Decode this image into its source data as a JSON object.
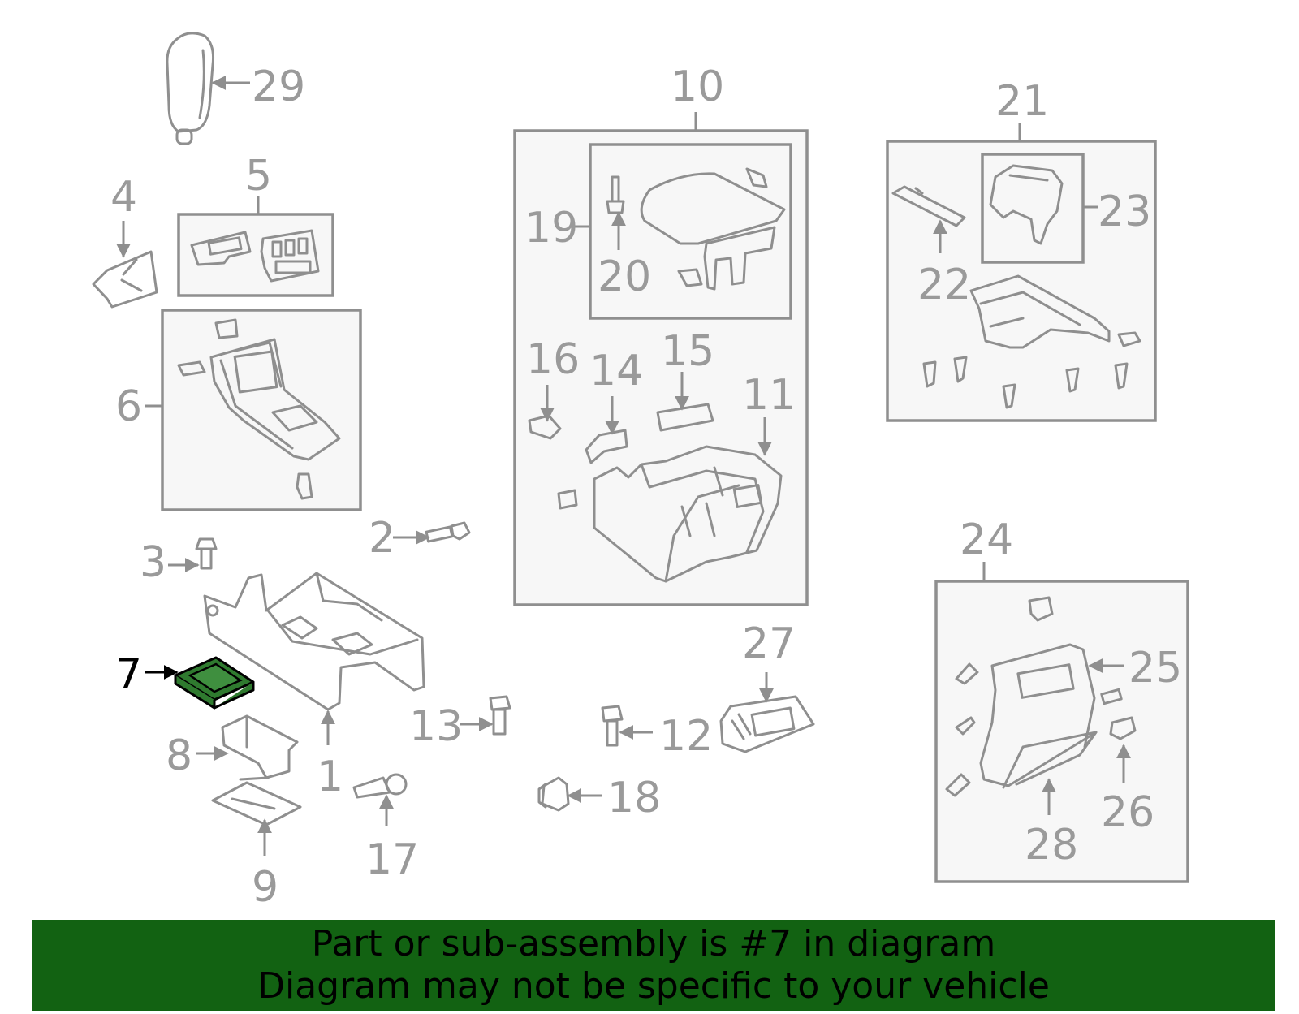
{
  "colors": {
    "line": "#8f8f8f",
    "label": "#9a9a9a",
    "highlight": "#2f7a2f",
    "banner": "#126212"
  },
  "highlighted_part": "7",
  "callouts": {
    "p1": "1",
    "p2": "2",
    "p3": "3",
    "p4": "4",
    "p5": "5",
    "p6": "6",
    "p7": "7",
    "p8": "8",
    "p9": "9",
    "p10": "10",
    "p11": "11",
    "p12": "12",
    "p13": "13",
    "p14": "14",
    "p15": "15",
    "p16": "16",
    "p17": "17",
    "p18": "18",
    "p19": "19",
    "p20": "20",
    "p21": "21",
    "p22": "22",
    "p23": "23",
    "p24": "24",
    "p25": "25",
    "p26": "26",
    "p27": "27",
    "p28": "28",
    "p29": "29"
  },
  "banner": {
    "line1": "Part or sub-assembly is #7 in diagram",
    "line2": "Diagram may not be specific to your vehicle"
  }
}
